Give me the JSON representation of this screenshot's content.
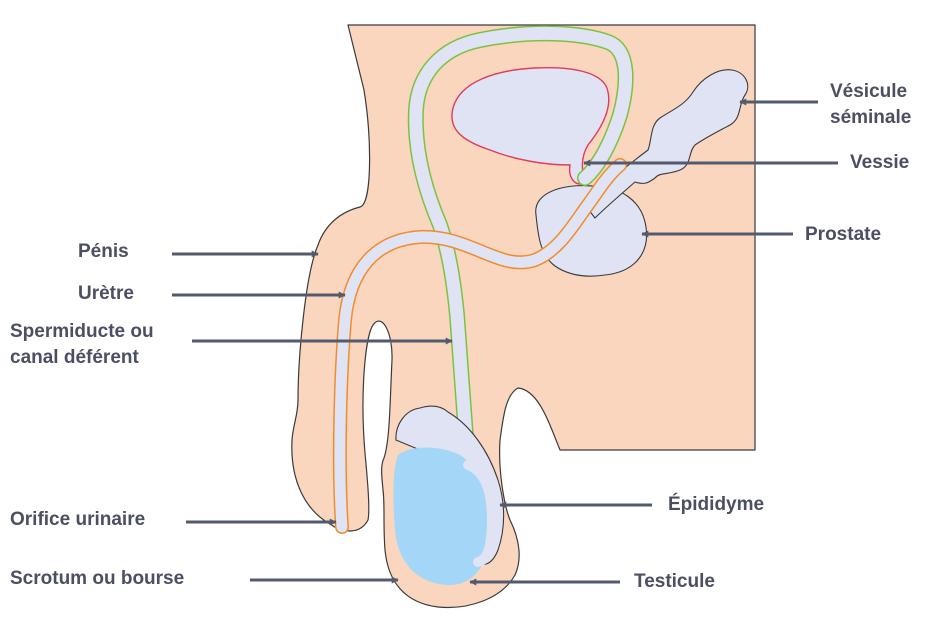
{
  "labels": {
    "penis": "Pénis",
    "urethra": "Urètre",
    "vas_deferens_line1": "Spermiducte ou",
    "vas_deferens_line2": "canal déférent",
    "urinary_orifice": "Orifice urinaire",
    "scrotum": "Scrotum ou bourse",
    "seminal_vesicle_line1": "Vésicule",
    "seminal_vesicle_line2": "séminale",
    "bladder": "Vessie",
    "prostate": "Prostate",
    "epididymis": "Épididyme",
    "testicle": "Testicule"
  },
  "colors": {
    "label_text": "#4b4f63",
    "arrow": "#545a6e",
    "skin": "#fbd6be",
    "skin_outline": "#3a3a3a",
    "organ_fill": "#dfe3f4",
    "testicle_fill": "#a4d7f7",
    "duct_fill": "#dfe3f4",
    "bladder_outline": "#e03c5b",
    "vas_deferens_outline": "#7cc242",
    "urethra_outline": "#f08c2e"
  }
}
